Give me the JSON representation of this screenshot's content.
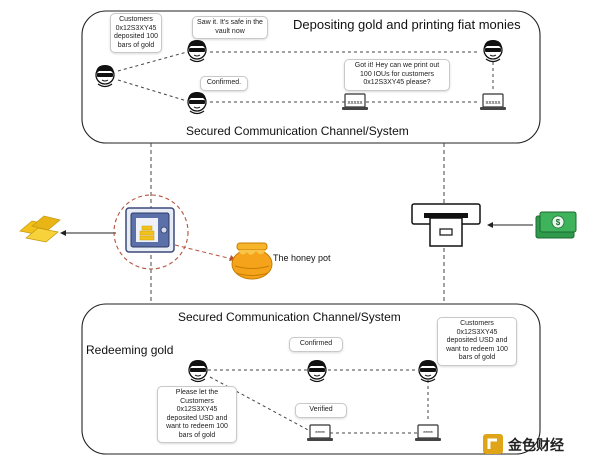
{
  "panels": {
    "top_title": "Depositing gold and printing fiat monies",
    "top_channel": "Secured Communication Channel/System",
    "bottom_channel": "Secured Communication Channel/System",
    "bottom_title": "Redeeming gold"
  },
  "messages": {
    "customer_deposit": "Customers 0x12S3XY45 deposited 100 bars of gold",
    "safe_in_vault": "Saw it. It's safe in the vault now",
    "confirmed_top": "Confirmed.",
    "print_ious": "Got it! Hey can we print out 100 IOUs for customers 0x12S3XY45 please?",
    "confirmed_bottom": "Confirmed",
    "redeem_request": "Customers 0x12S3XY45 deposited USD and want to redeem 100 bars of gold",
    "relay_request": "Please let the Customers 0x12S3XY45 deposited USD and want to redeem 100 bars of gold",
    "verified": "Verified"
  },
  "honey_pot_label": "The honey pot",
  "screen_text": "XXXXX",
  "screen_dots": "*****",
  "money_symbol": "$",
  "watermark": "金色财经",
  "icons": [
    "person-icon",
    "laptop-icon",
    "gold-bars-icon",
    "vault-icon",
    "honey-pot-icon",
    "atm-icon",
    "cash-icon"
  ],
  "colors": {
    "vault_ring": "#b5523a",
    "honey": "#f5a31a",
    "gold": "#f2c21b",
    "cash": "#2e9a4a",
    "vault": "#5b6fa8"
  }
}
